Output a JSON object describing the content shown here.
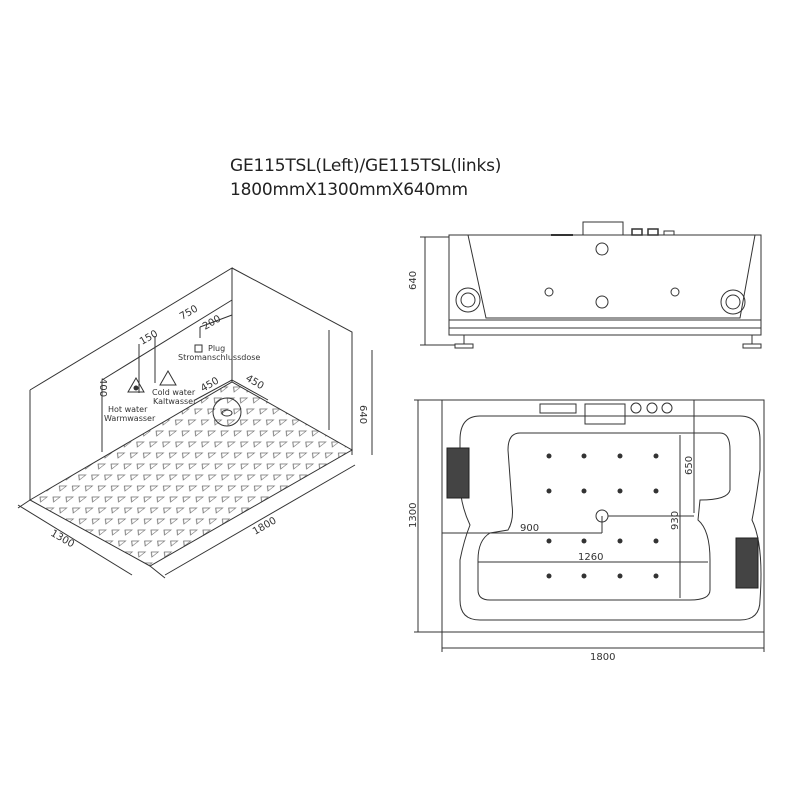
{
  "title": {
    "model": "GE115TSL(Left)/GE115TSL(links)",
    "dimensions": "1800mmX1300mmX640mm"
  },
  "iso_view": {
    "dims": {
      "length": "1800",
      "width": "1300",
      "height": "640",
      "d750": "750",
      "d150": "150",
      "d200": "200",
      "d400": "400",
      "d450_left": "450",
      "d450_right": "450"
    },
    "labels": {
      "plug_en": "Plug",
      "plug_de": "Stromanschlussdose",
      "cold_en": "Cold water",
      "cold_de": "Kaltwasser",
      "hot_en": "Hot water",
      "hot_de": "Warmwasser"
    }
  },
  "front_view": {
    "dims": {
      "height": "640"
    }
  },
  "top_view": {
    "dims": {
      "width": "1300",
      "length": "1800",
      "d650": "650",
      "d930": "930",
      "d900": "900",
      "d1260": "1260"
    }
  },
  "colors": {
    "line": "#333333",
    "background": "#ffffff"
  }
}
